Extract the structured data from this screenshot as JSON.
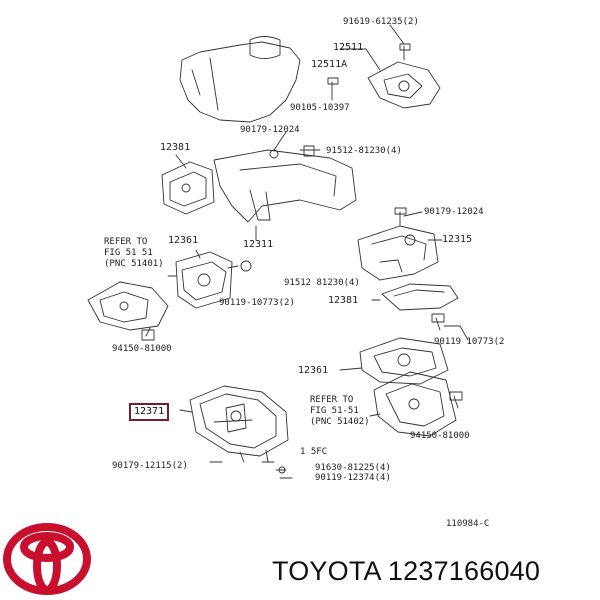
{
  "diagram": {
    "labels": {
      "l_91619_61235": "91619-61235(2)",
      "l_12511": "12511",
      "l_12511a": "12511A",
      "l_90105_10397": "90105-10397",
      "l_90179_12024a": "90179-12024",
      "l_12381a": "12381",
      "l_91512_81230a": "91512-81230(4)",
      "l_90179_12024b": "90179-12024",
      "l_refer1_a": "REFER TO",
      "l_refer1_b": "FIG 51 51",
      "l_refer1_c": "(PNC 51401)",
      "l_12361a": "12361",
      "l_12311": "12311",
      "l_12315": "12315",
      "l_91512_81230b": "91512 81230(4)",
      "l_12381b": "12381",
      "l_90119_10773a": "90119-10773(2)",
      "l_90119_10773b": "90119 10773(2",
      "l_94150_81000a": "94150-81000",
      "l_12361b": "12361",
      "l_12371": "12371",
      "l_refer2_a": "REFER TO",
      "l_refer2_b": "FIG 51-51",
      "l_refer2_c": "(PNC 51402)",
      "l_94150_81000b": "94150-81000",
      "l_15fc": "1 5FC",
      "l_90179_12115": "90179-12115(2)",
      "l_91630_81225": "91630-81225(4)",
      "l_90119_12374": "90119-12374(4)",
      "l_code": "110984-C"
    }
  },
  "brand": {
    "text": "TOYOTA 1237166040",
    "logo_icon": "toyota-logo-icon",
    "logo_color": "#c8102e"
  }
}
